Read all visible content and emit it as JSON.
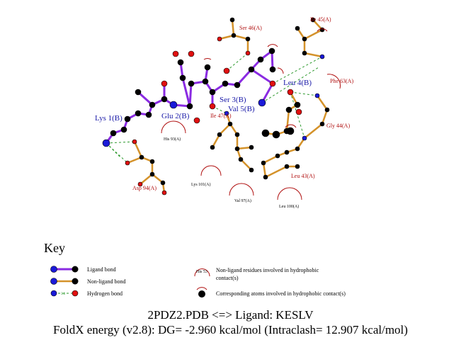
{
  "ligand_residues": [
    "Lys 1(B)",
    "Glu 2(B)",
    "Ser 3(B)",
    "Leu 4(B)",
    "Val 5(B)"
  ],
  "neighbour_residues": [
    "Ser 46(A)",
    "Ile 45(A)",
    "Phe 63(A)",
    "Gly 44(A)",
    "Leu 43(A)",
    "Ile 47(A)",
    "Asp 94(A)"
  ],
  "hydrophobic_residues": [
    "His 93(A)",
    "Lys 101(A)",
    "Val 97(A)",
    "Leu 100(A)"
  ],
  "key": {
    "title": "Key",
    "ligand_bond": "Ligand bond",
    "non_ligand_bond": "Non-ligand bond",
    "hydrogen_bond": "Hydrogen bond",
    "hb_length": "3.0",
    "his_example": "His 53",
    "nonligand_hydrophobic_line1": "Non-ligand residues involved in hydrophobic",
    "nonligand_hydrophobic_line2": "contact(s)",
    "corresponding_atoms": "Corresponding atoms involved in hydrophobic contact(s)"
  },
  "caption": {
    "line1": "2PDZ2.PDB <=> Ligand: KESLV",
    "line2": "FoldX energy (v2.8): DG= -2.960 kcal/mol (Intraclash= 12.907 kcal/mol)"
  },
  "colors": {
    "ligand_bond": "#8a2be2",
    "non_ligand_bond": "#d4922a",
    "hbond": "#2e9a2e",
    "ligand_label": "#1a1aa8",
    "residue_label": "#b01010",
    "hydrophobic_arc": "#b01010"
  }
}
